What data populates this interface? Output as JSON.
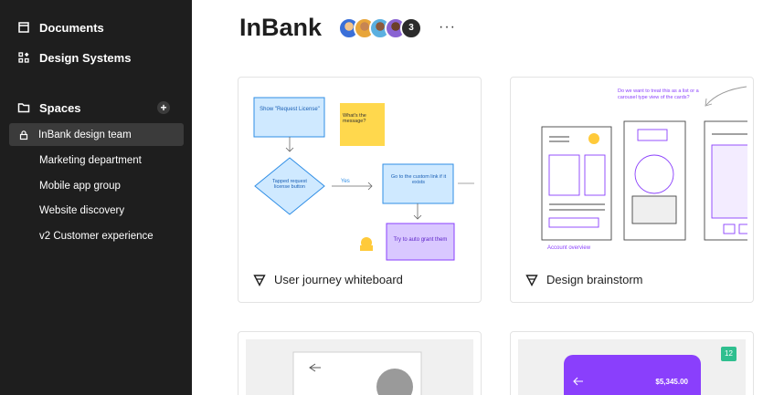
{
  "sidebar": {
    "nav": [
      {
        "label": "Documents",
        "icon": "documents-icon"
      },
      {
        "label": "Design Systems",
        "icon": "design-systems-icon"
      }
    ],
    "spaces_label": "Spaces",
    "spaces": [
      {
        "label": "InBank design team",
        "active": true
      },
      {
        "label": "Marketing department"
      },
      {
        "label": "Mobile app group"
      },
      {
        "label": "Website discovery"
      },
      {
        "label": "v2 Customer experience"
      }
    ],
    "add_label": "+"
  },
  "header": {
    "title": "InBank",
    "avatar_extra_count": "3",
    "more_label": "···"
  },
  "cards": [
    {
      "title": "User journey whiteboard",
      "flow": {
        "request": "Show \"Request License\"",
        "sticky": "What's the message?",
        "tapped": "Tapped request license button",
        "yes": "Yes",
        "goto": "Go to the custom link if it exists",
        "grant": "Try to auto grant them"
      }
    },
    {
      "title": "Design brainstorm",
      "note": "Do we want to treat this as a list or a carousel type view of the cards?",
      "caption": "Account overview"
    },
    {
      "title": ""
    },
    {
      "title": "",
      "amount": "$5,345.00",
      "badge": "12"
    }
  ],
  "colors": {
    "sidebar_bg": "#1e1e1e",
    "accent_purple": "#8a3ffc",
    "flow_blue": "#4fb3ff",
    "sticky_yellow": "#ffd84d"
  }
}
